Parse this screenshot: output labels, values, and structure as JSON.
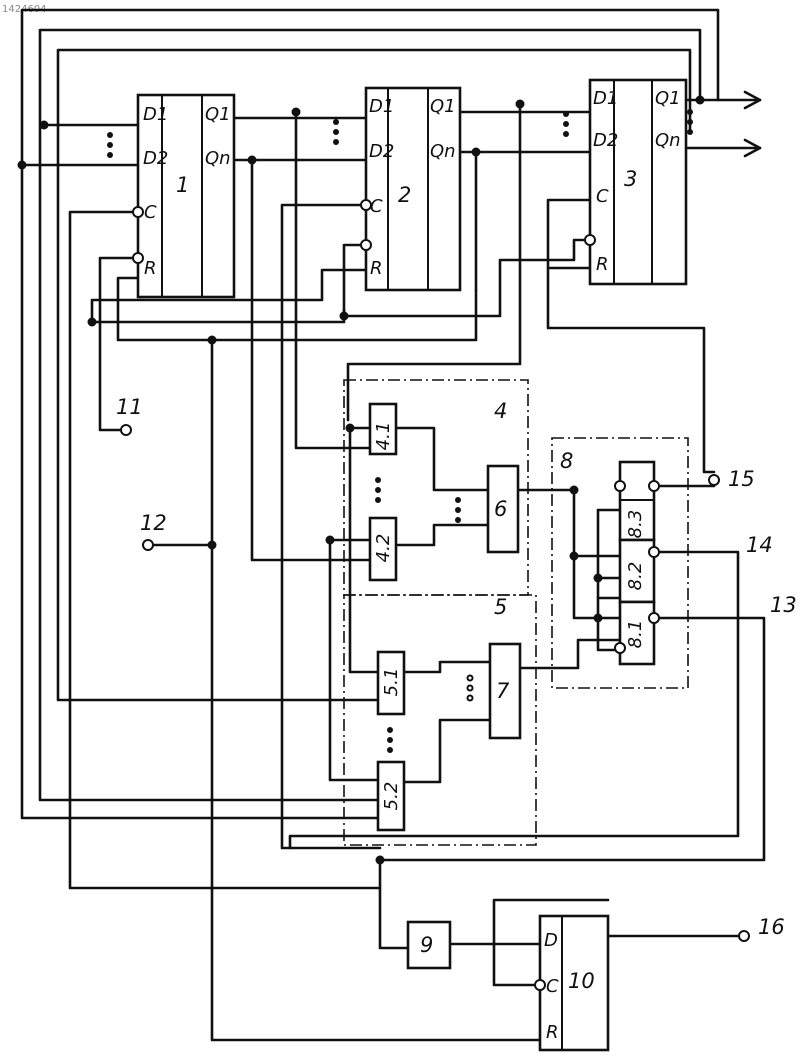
{
  "doc_id": "1424604",
  "registers": [
    {
      "num": "1",
      "pin_d1": "D1",
      "pin_d2": "D2",
      "pin_c": "C",
      "pin_r": "R",
      "pin_q1": "Q1",
      "pin_qn": "Qn"
    },
    {
      "num": "2",
      "pin_d1": "D1",
      "pin_d2": "D2",
      "pin_c": "C",
      "pin_r": "R",
      "pin_q1": "Q1",
      "pin_qn": "Qn"
    },
    {
      "num": "3",
      "pin_d1": "D1",
      "pin_d2": "D2",
      "pin_c": "C",
      "pin_r": "R",
      "pin_q1": "Q1",
      "pin_qn": "Qn"
    }
  ],
  "groups": {
    "g4": "4",
    "g5": "5",
    "g8": "8"
  },
  "gates": {
    "g41": "4.1",
    "g42": "4.2",
    "g51": "5.1",
    "g52": "5.2",
    "g6": "6",
    "g7": "7",
    "g81": "8.1",
    "g82": "8.2",
    "g83": "8.3",
    "g9": "9"
  },
  "trigger10": {
    "num": "10",
    "pin_d": "D",
    "pin_c": "C",
    "pin_r": "R"
  },
  "terminals": {
    "t11": "11",
    "t12": "12",
    "t13": "13",
    "t14": "14",
    "t15": "15",
    "t16": "16"
  }
}
